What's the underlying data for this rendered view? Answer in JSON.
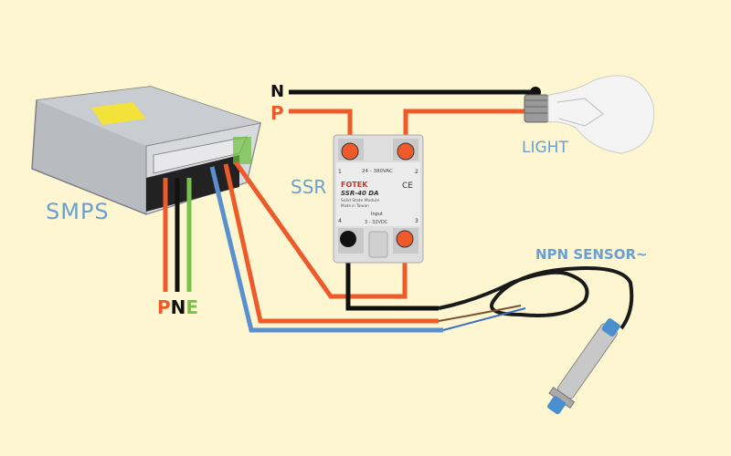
{
  "title": "SSR wiring with SMPS and NPN sensor",
  "labels": {
    "smps": "SMPS",
    "ssr": "SSR",
    "light": "LIGHT",
    "sensor": "NPN SENSOR~",
    "neutral": "N",
    "phase": "P",
    "pne_p": "P",
    "pne_n": "N",
    "pne_e": "E"
  },
  "ssr": {
    "brand": "FOTEK",
    "model": "SSR-40 DA",
    "subtitle": "Solid State Module",
    "origin": "Made in Taiwan",
    "ac_range": "24 - 380VAC",
    "dc_range": "3 - 32VDC",
    "input_label": "Input",
    "terminals": [
      "1",
      "2",
      "3",
      "4"
    ],
    "cert": "CE"
  },
  "colors": {
    "background": "#fdf6d0",
    "phase_wire": "#ee5a2a",
    "neutral_wire": "#111111",
    "earth_wire": "#79c24a",
    "blue_wire": "#5a8fd0",
    "label_blue": "#6a9fd4"
  }
}
